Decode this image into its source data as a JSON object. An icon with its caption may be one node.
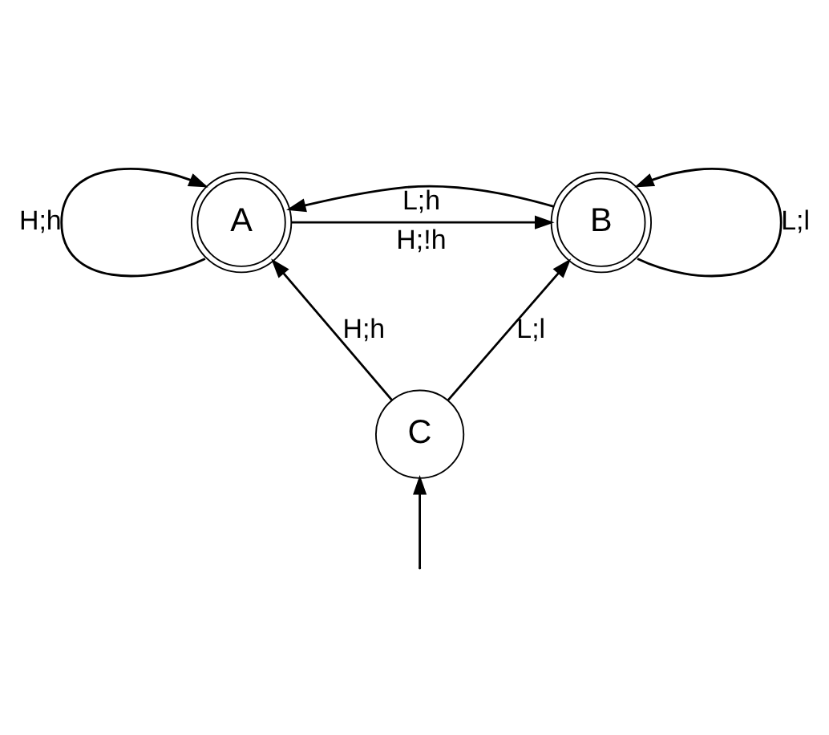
{
  "diagram": {
    "nodes": [
      {
        "text": [
          "A"
        ]
      },
      {
        "text": [
          "B"
        ]
      },
      {
        "text": [
          "C"
        ]
      }
    ],
    "edges": [
      {
        "from": 0,
        "to": 1,
        "arrow": "to",
        "label": "H;!h"
      },
      {
        "from": 1,
        "to": 0,
        "arrow": "to",
        "label": "L;h"
      },
      {
        "from": 2,
        "to": 0,
        "arrow": "to",
        "label": "H;h"
      },
      {
        "from": 2,
        "to": 1,
        "arrow": "to",
        "label": "L;l"
      },
      {
        "from": 0,
        "to": 0,
        "arrow": "to",
        "label": "H;h"
      },
      {
        "from": 1,
        "to": 1,
        "arrow": "to",
        "label": "L;l"
      },
      {
        "from": null,
        "to": 2,
        "arrow": "to"
      }
    ]
  }
}
